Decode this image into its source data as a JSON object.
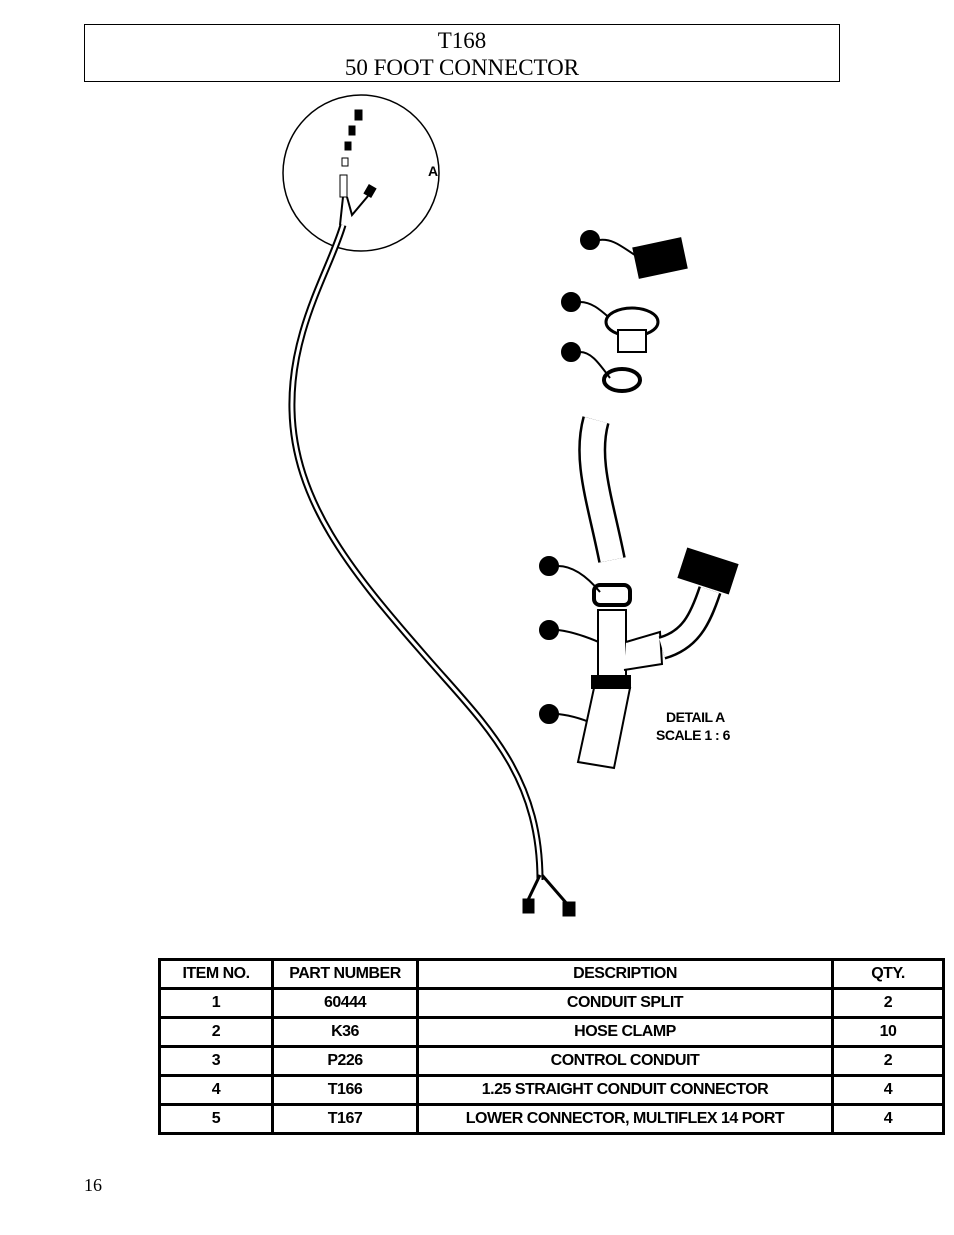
{
  "header": {
    "code": "T168",
    "title": "50 FOOT CONNECTOR"
  },
  "drawing": {
    "detail_marker": "A",
    "detail_title": "DETAIL A",
    "detail_scale": "SCALE 1 : 6"
  },
  "parts_table": {
    "headers": [
      "ITEM NO.",
      "PART NUMBER",
      "DESCRIPTION",
      "QTY."
    ],
    "rows": [
      [
        "1",
        "60444",
        "CONDUIT SPLIT",
        "2"
      ],
      [
        "2",
        "K36",
        "HOSE CLAMP",
        "10"
      ],
      [
        "3",
        "P226",
        "CONTROL CONDUIT",
        "2"
      ],
      [
        "4",
        "T166",
        "1.25 STRAIGHT CONDUIT CONNECTOR",
        "4"
      ],
      [
        "5",
        "T167",
        "LOWER CONNECTOR, MULTIFLEX 14 PORT",
        "4"
      ]
    ]
  },
  "footer": {
    "page_number": "16"
  }
}
